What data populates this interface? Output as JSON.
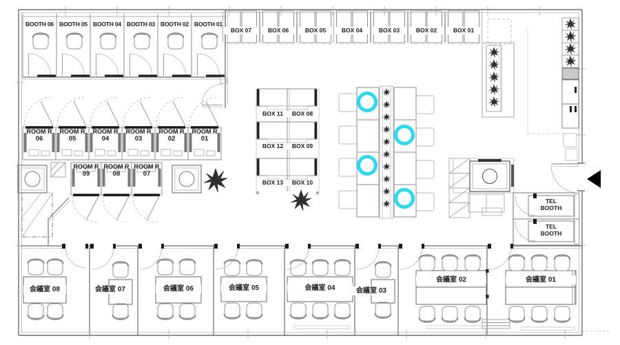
{
  "colors": {
    "marker": "#2BD9F0",
    "wall": "#6e6e6e",
    "furniture": "#9a9a9a",
    "label": "#1a1a1a"
  },
  "booths": [
    {
      "label": "BOOTH 06"
    },
    {
      "label": "BOOTH 05"
    },
    {
      "label": "BOOTH 04"
    },
    {
      "label": "BOOTH 03"
    },
    {
      "label": "BOOTH 02"
    },
    {
      "label": "BOOTH 01"
    }
  ],
  "top_boxes": [
    {
      "label": "BOX 07"
    },
    {
      "label": "BOX 06"
    },
    {
      "label": "BOX 05"
    },
    {
      "label": "BOX 04"
    },
    {
      "label": "BOX 03"
    },
    {
      "label": "BOX 02"
    },
    {
      "label": "BOX 01"
    }
  ],
  "rooms_upper": [
    {
      "name": "ROOM",
      "mark": "R",
      "number": "06"
    },
    {
      "name": "ROOM",
      "mark": "R",
      "number": "05"
    },
    {
      "name": "ROOM",
      "mark": "R",
      "number": "04"
    },
    {
      "name": "ROOM",
      "mark": "R",
      "number": "03"
    },
    {
      "name": "ROOM",
      "mark": "R",
      "number": "02"
    },
    {
      "name": "ROOM",
      "mark": "R",
      "number": "01"
    }
  ],
  "rooms_lower": [
    {
      "name": "ROOM",
      "mark": "R",
      "number": "09"
    },
    {
      "name": "ROOM",
      "mark": "R",
      "number": "08"
    },
    {
      "name": "ROOM",
      "mark": "R",
      "number": "07"
    }
  ],
  "mid_boxes": [
    {
      "left": "BOX 11",
      "right": "BOX 08"
    },
    {
      "left": "BOX 12",
      "right": "BOX 09"
    },
    {
      "left": "BOX 13",
      "right": "BOX 10"
    }
  ],
  "tel_booths": [
    {
      "line1": "TEL",
      "line2": "BOOTH"
    },
    {
      "line1": "TEL",
      "line2": "BOOTH"
    }
  ],
  "meeting_rooms": [
    {
      "label": "会議室 08"
    },
    {
      "label": "会議室 07"
    },
    {
      "label": "会議室 06"
    },
    {
      "label": "会議室 05"
    },
    {
      "label": "会議室 04"
    },
    {
      "label": "会議室 03"
    },
    {
      "label": "会議室 02"
    },
    {
      "label": "会議室 01"
    }
  ],
  "seat_markers": {
    "count": 4,
    "shape": "ring",
    "color": "#2BD9F0"
  },
  "icons": {
    "entrance_marker": "left-black-triangle",
    "plant": "plant-starburst"
  }
}
